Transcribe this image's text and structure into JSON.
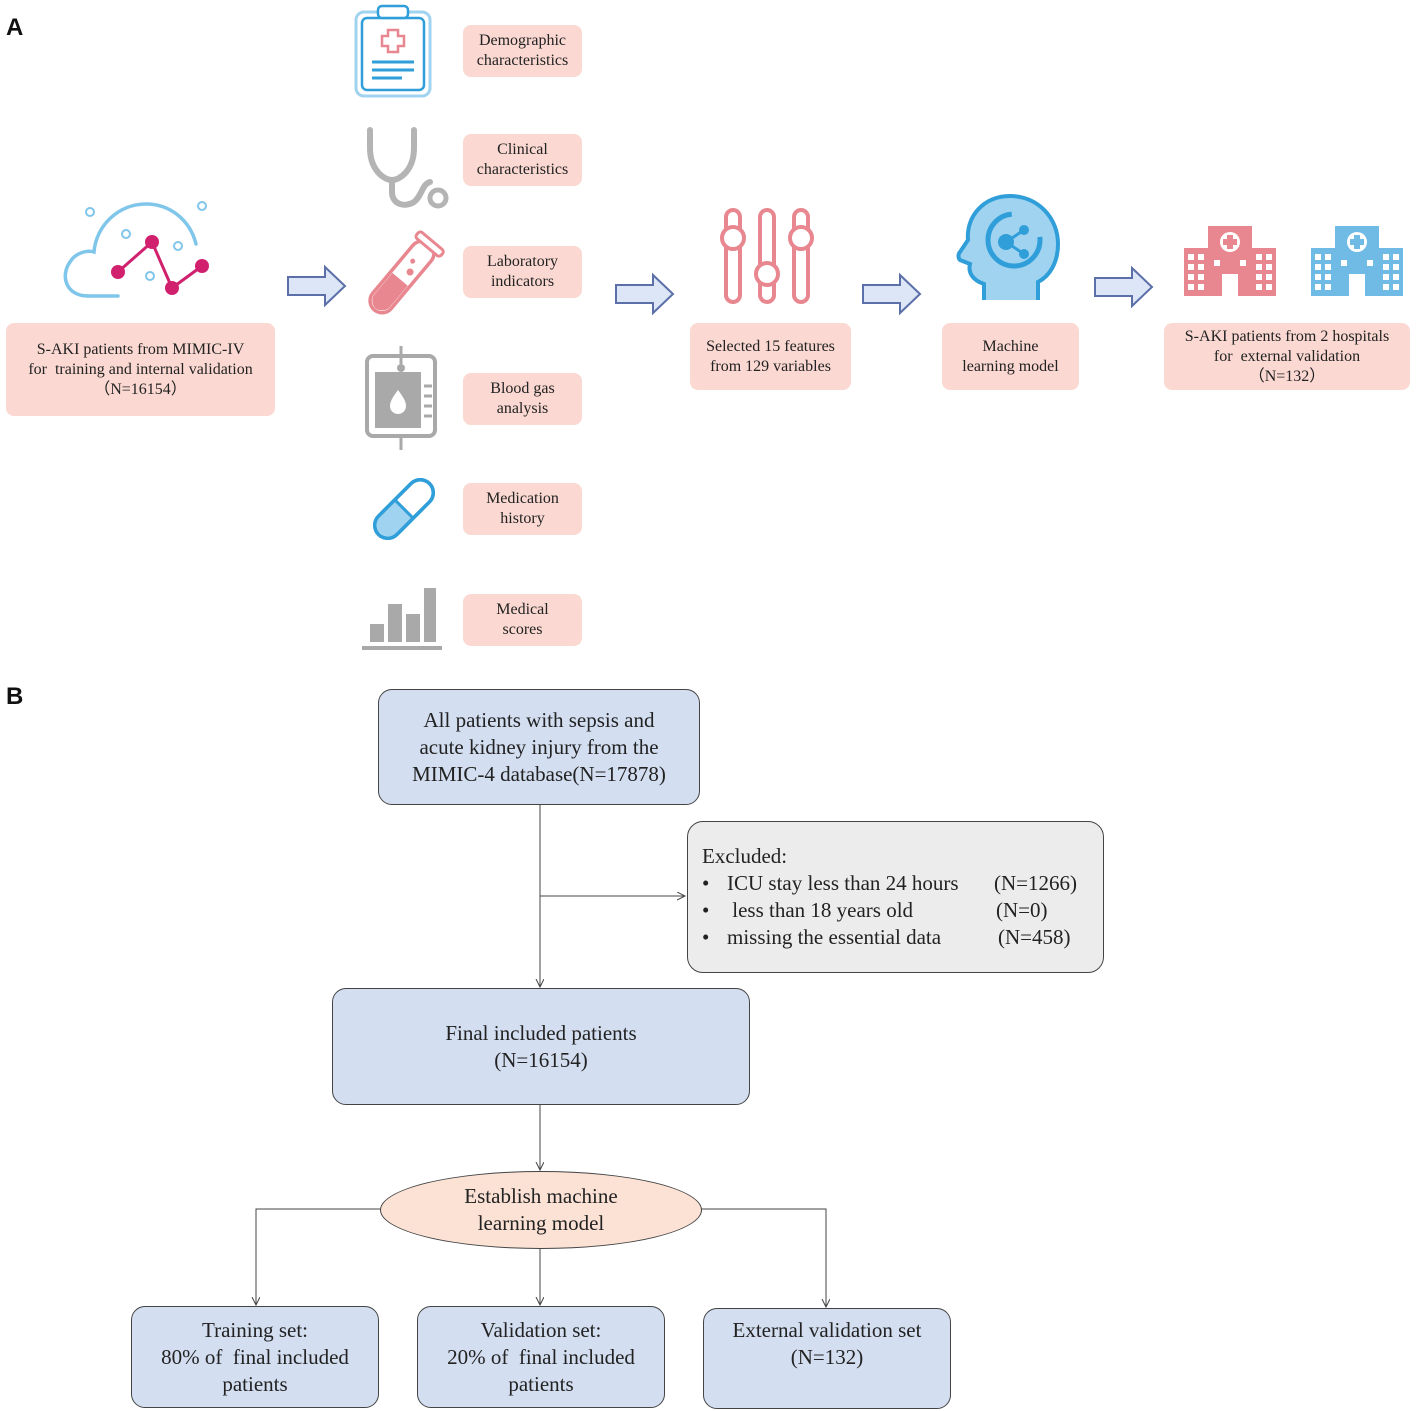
{
  "panel_a": {
    "label": "A",
    "source_box": [
      "S-AKI patients from MIMIC-IV",
      "for  training and internal validation",
      "（N=16154）"
    ],
    "categories": [
      {
        "lines": [
          "Demographic",
          "characteristics"
        ],
        "icon": "clipboard-icon"
      },
      {
        "lines": [
          "Clinical",
          "characteristics"
        ],
        "icon": "stethoscope-icon"
      },
      {
        "lines": [
          "Laboratory",
          "indicators"
        ],
        "icon": "test-tube-icon"
      },
      {
        "lines": [
          "Blood gas",
          "analysis"
        ],
        "icon": "blood-bag-icon"
      },
      {
        "lines": [
          "Medication",
          "history"
        ],
        "icon": "capsule-icon"
      },
      {
        "lines": [
          "Medical",
          "scores"
        ],
        "icon": "bar-chart-icon"
      }
    ],
    "features_box": [
      "Selected 15 features",
      "from 129 variables"
    ],
    "model_box": [
      "Machine",
      "learning model"
    ],
    "external_box": [
      "S-AKI patients from 2 hospitals",
      "for  external validation",
      "（N=132）"
    ],
    "colors": {
      "pink_box": "#fbd9d2",
      "pink_icon": "#e8878f",
      "blue_icon": "#2f9ed9",
      "light_blue_icon": "#9fd3f0",
      "magenta": "#d0206e",
      "grey_icon": "#a9a9a9",
      "arrow_fill": "#dde6f6",
      "arrow_stroke": "#5b6fa8"
    }
  },
  "panel_b": {
    "label": "B",
    "top_box": [
      "All patients with sepsis and",
      "acute kidney injury from the",
      "MIMIC-4 database(N=17878)"
    ],
    "excluded": {
      "title": "Excluded:",
      "items": [
        {
          "text": "ICU stay less than 24 hours",
          "count": "(N=1266)"
        },
        {
          "text": " less than 18 years old",
          "count": "(N=0)"
        },
        {
          "text": "missing the essential data",
          "count": "(N=458)"
        }
      ]
    },
    "final_box": [
      "Final included patients",
      "(N=16154)"
    ],
    "establish": [
      "Establish machine",
      "learning model"
    ],
    "training": [
      "Training set:",
      "80% of  final included",
      "patients"
    ],
    "validation": [
      "Validation set:",
      "20% of  final included",
      "patients"
    ],
    "external": [
      "External validation set",
      "(N=132)"
    ],
    "colors": {
      "blue_box": "#d3def0",
      "grey_box": "#ececec",
      "ellipse": "#fbe2d5"
    }
  }
}
